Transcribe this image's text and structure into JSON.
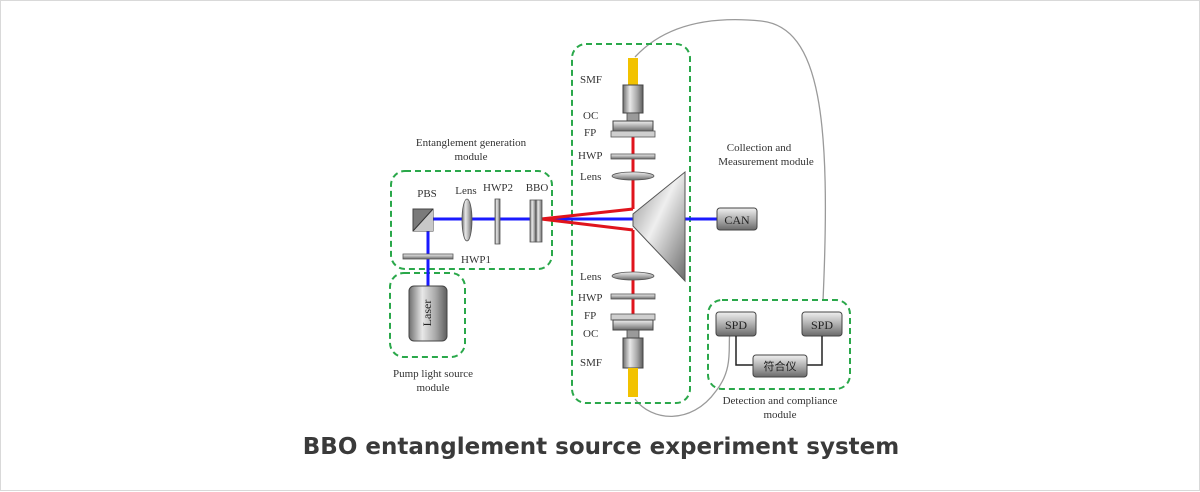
{
  "caption": "BBO entanglement source experiment system",
  "colors": {
    "module_border": "#2aa84a",
    "pump_beam": "#1a1aff",
    "entangled_beam": "#e0141c",
    "fiber_tip": "#f2c200",
    "fiber_cable": "#9a9a9a"
  },
  "modules": {
    "entanglement_generation": {
      "line1": "Entanglement generation",
      "line2": "module"
    },
    "pump_light_source": {
      "line1": "Pump light source",
      "line2": "module"
    },
    "collection_measurement": {
      "line1": "Collection and",
      "line2": "Measurement module"
    },
    "detection_compliance": {
      "line1": "Detection and compliance",
      "line2": "module"
    }
  },
  "components": {
    "pbs": "PBS",
    "lens": "Lens",
    "hwp2": "HWP2",
    "bbo": "BBO",
    "hwp1": "HWP1",
    "laser": "Laser",
    "can": "CAN",
    "spd_left": "SPD",
    "spd_right": "SPD",
    "coincidence": "符合仪"
  },
  "upper_arm": {
    "smf": "SMF",
    "oc": "OC",
    "fp": "FP",
    "hwp": "HWP",
    "lens": "Lens"
  },
  "lower_arm": {
    "lens": "Lens",
    "hwp": "HWP",
    "fp": "FP",
    "oc": "OC",
    "smf": "SMF"
  }
}
